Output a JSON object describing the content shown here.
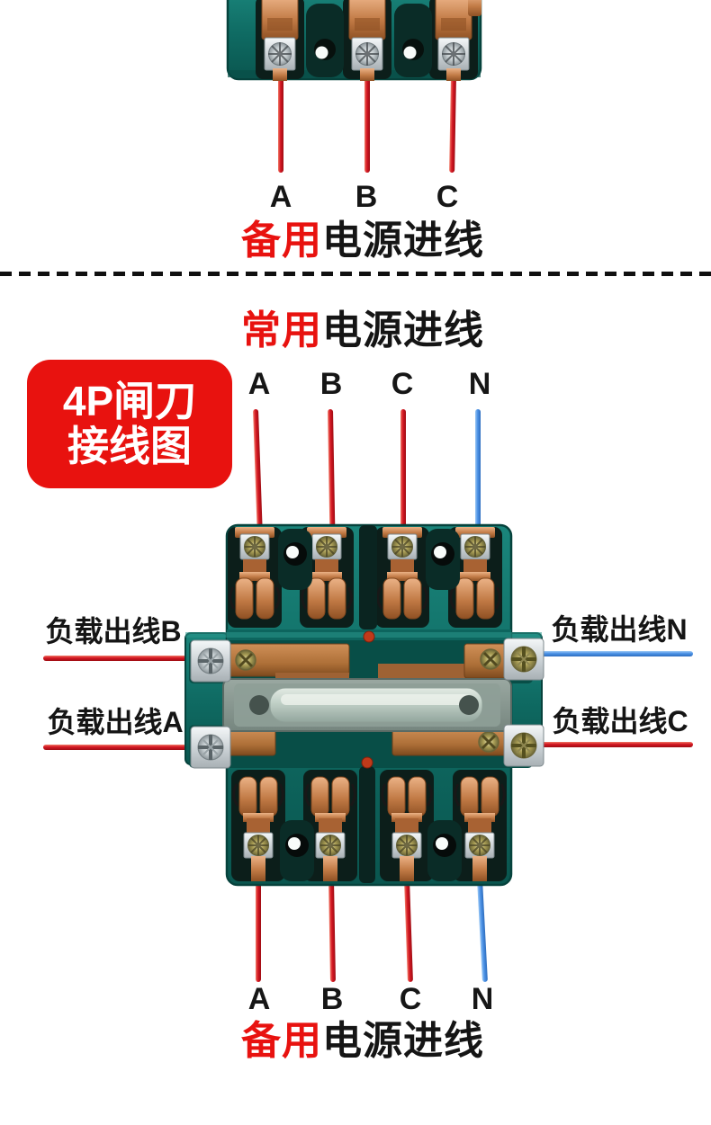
{
  "colors": {
    "accent_red": "#e8120f",
    "text_black": "#151515",
    "wire_red": "#d41622",
    "wire_blue": "#4c92e6",
    "device_teal": "#10706a"
  },
  "top_section": {
    "phases": [
      {
        "label": "A",
        "wire": "red"
      },
      {
        "label": "B",
        "wire": "red"
      },
      {
        "label": "C",
        "wire": "red"
      }
    ],
    "title": {
      "em": "备用",
      "rest": "电源进线"
    }
  },
  "middle_section": {
    "title": {
      "em": "常用",
      "rest": "电源进线"
    },
    "badge": {
      "line1": "4P闸刀",
      "line2": "接线图"
    },
    "phases": [
      {
        "label": "A",
        "wire": "red"
      },
      {
        "label": "B",
        "wire": "red"
      },
      {
        "label": "C",
        "wire": "red"
      },
      {
        "label": "N",
        "wire": "blue"
      }
    ],
    "load_outputs": {
      "left": [
        {
          "label": "负载出线B",
          "wire": "red"
        },
        {
          "label": "负载出线A",
          "wire": "red"
        }
      ],
      "right": [
        {
          "label": "负载出线N",
          "wire": "blue"
        },
        {
          "label": "负载出线C",
          "wire": "red"
        }
      ]
    }
  },
  "bottom_section": {
    "phases": [
      {
        "label": "A",
        "wire": "red"
      },
      {
        "label": "B",
        "wire": "red"
      },
      {
        "label": "C",
        "wire": "red"
      },
      {
        "label": "N",
        "wire": "blue"
      }
    ],
    "title": {
      "em": "备用",
      "rest": "电源进线"
    }
  }
}
